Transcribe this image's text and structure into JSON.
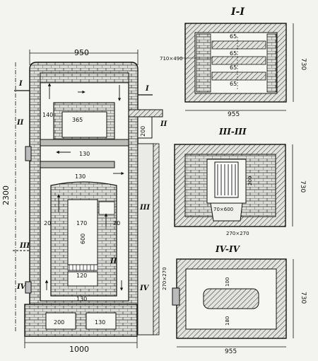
{
  "colors": {
    "paper": "#f3f3f0",
    "ink": "#141414",
    "brick": "#dcdcd8"
  },
  "elevation": {
    "dim_top_width": "950",
    "dim_bottom_width": "1000",
    "dim_height": "2300",
    "section_marks": [
      "I",
      "I",
      "II",
      "II",
      "III",
      "III",
      "II",
      "IV",
      "IV"
    ],
    "inner": [
      "140",
      "365",
      "200",
      "130",
      "130",
      "170",
      "600",
      "20",
      "20",
      "120",
      "130",
      "200",
      "130"
    ]
  },
  "plan_1": {
    "title": "I-I",
    "w": "955",
    "h": "730",
    "note": "710×490",
    "inner": [
      "65",
      "65",
      "65",
      "65"
    ]
  },
  "plan_3": {
    "title": "III-III",
    "h": "730",
    "grate": "200",
    "door": "70×600",
    "below": "270×270"
  },
  "plan_4": {
    "title": "IV-IV",
    "w": "955",
    "h": "730",
    "left": "270×270",
    "d1": "100",
    "d2": "180"
  }
}
